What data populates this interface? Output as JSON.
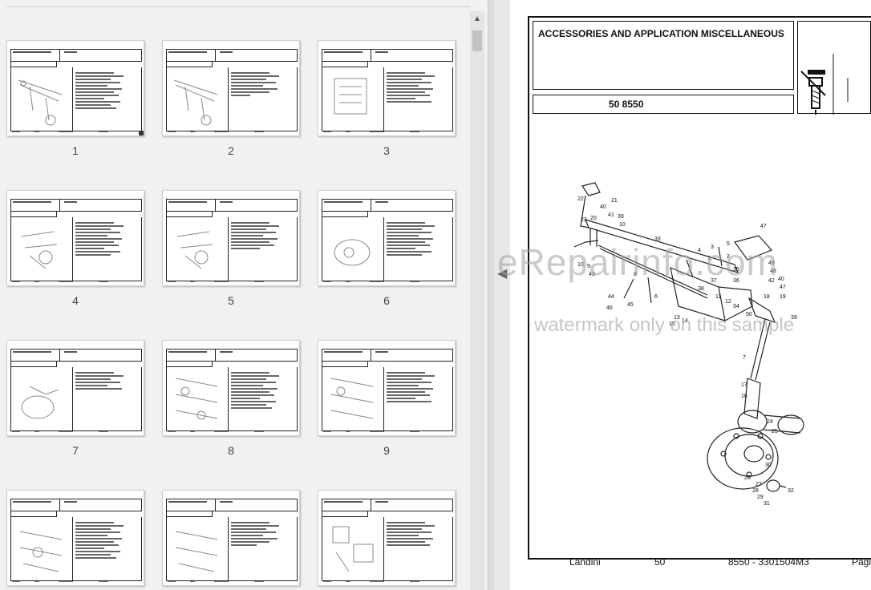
{
  "thumbnails": [
    {
      "number": "1"
    },
    {
      "number": "2"
    },
    {
      "number": "3"
    },
    {
      "number": "4"
    },
    {
      "number": "5"
    },
    {
      "number": "6"
    },
    {
      "number": "7"
    },
    {
      "number": "8"
    },
    {
      "number": "9"
    },
    {
      "number": ""
    },
    {
      "number": ""
    },
    {
      "number": ""
    }
  ],
  "page": {
    "title": "ACCESSORIES AND APPLICATION MISCELLANEOUS",
    "model": "50  8550",
    "footer": {
      "brand": "Landini",
      "series": "50",
      "code": "8550 - 3301504M3",
      "page_label": "Pagina"
    }
  },
  "watermark": {
    "main": "eRepairinfo.com",
    "sub": "watermark only on this sample"
  },
  "diagram_callouts": [
    "22",
    "21",
    "40",
    "23",
    "20",
    "41",
    "39",
    "10",
    "33",
    "4",
    "3",
    "5",
    "47",
    "1",
    "2",
    "49",
    "48",
    "10",
    "9",
    "35",
    "36",
    "43",
    "8",
    "6",
    "44",
    "45",
    "46",
    "37",
    "38",
    "42",
    "40",
    "47",
    "12",
    "34",
    "11",
    "18",
    "50",
    "39",
    "7",
    "17",
    "16",
    "24",
    "25",
    "30",
    "27",
    "26",
    "28",
    "29",
    "31",
    "32",
    "15",
    "13",
    "14",
    "19",
    "43",
    "42"
  ],
  "icons": {
    "scroll_up": "chevron-up-icon",
    "collapse": "chevron-left-icon",
    "part": "pin-bolt-icon"
  }
}
